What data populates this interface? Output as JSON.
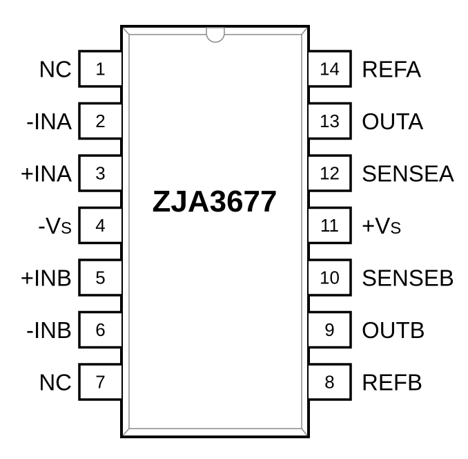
{
  "chip": {
    "part_number": "ZJA3677"
  },
  "pins_left": [
    {
      "number": "1",
      "label": "NC",
      "label_sub": ""
    },
    {
      "number": "2",
      "label": "-INA",
      "label_sub": ""
    },
    {
      "number": "3",
      "label": "+INA",
      "label_sub": ""
    },
    {
      "number": "4",
      "label": "-V",
      "label_sub": "S"
    },
    {
      "number": "5",
      "label": "+INB",
      "label_sub": ""
    },
    {
      "number": "6",
      "label": "-INB",
      "label_sub": ""
    },
    {
      "number": "7",
      "label": "NC",
      "label_sub": ""
    }
  ],
  "pins_right": [
    {
      "number": "14",
      "label": "REFA",
      "label_sub": ""
    },
    {
      "number": "13",
      "label": "OUTA",
      "label_sub": ""
    },
    {
      "number": "12",
      "label": "SENSEA",
      "label_sub": ""
    },
    {
      "number": "11",
      "label": "+V",
      "label_sub": "S"
    },
    {
      "number": "10",
      "label": "SENSEB",
      "label_sub": ""
    },
    {
      "number": "9",
      "label": "OUTB",
      "label_sub": ""
    },
    {
      "number": "8",
      "label": "REFB",
      "label_sub": ""
    }
  ]
}
